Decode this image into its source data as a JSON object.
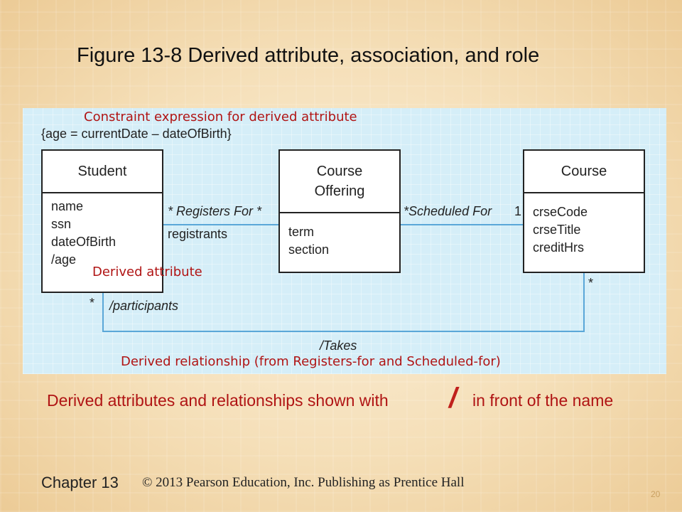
{
  "title": "Figure 13-8 Derived attribute, association, and role",
  "diagram": {
    "constraint": "{age = currentDate – dateOfBirth}",
    "classes": {
      "student": {
        "name": "Student",
        "attributes": [
          "name",
          "ssn",
          "dateOfBirth",
          "/age"
        ]
      },
      "course_offering": {
        "name_line1": "Course",
        "name_line2": "Offering",
        "attributes": [
          "term",
          "section"
        ]
      },
      "course": {
        "name": "Course",
        "attributes": [
          "crseCode",
          "crseTitle",
          "creditHrs"
        ]
      }
    },
    "associations": {
      "registers_for": "* Registers For *",
      "registrants": "registrants",
      "scheduled_for": "*Scheduled For",
      "scheduled_mult_one": "1",
      "participants_mult": "*",
      "participants": "/participants",
      "course_mult": "*",
      "takes": "/Takes"
    },
    "annotations": {
      "constraint_note": "Constraint expression for derived attribute",
      "derived_attribute_note": "Derived attribute",
      "derived_relationship_note": "Derived relationship (from Registers-for and Scheduled-for)"
    }
  },
  "bottom_note": {
    "before": "Derived attributes and relationships shown with",
    "slash": "/",
    "after": "in front of the name"
  },
  "footer": {
    "chapter": "Chapter 13",
    "copyright": "© 2013 Pearson Education, Inc.  Publishing as Prentice Hall",
    "page": "20"
  },
  "colors": {
    "annotation": "#b01414",
    "diagram_bg": "#d5eef8",
    "line": "#5aa7d8"
  }
}
